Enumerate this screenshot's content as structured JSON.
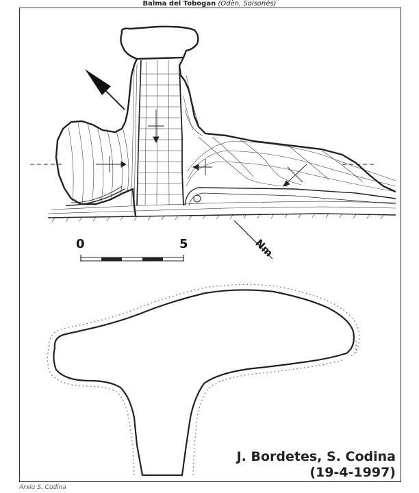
{
  "header": {
    "title": "Balma del Tobogan",
    "location": "(Odèn, Solsonès)"
  },
  "scale": {
    "start_label": "0",
    "end_label": "5"
  },
  "north_label": "Nm",
  "credits": {
    "authors": "J. Bordetes, S. Codina",
    "date": "(19-4-1997)"
  },
  "footer": "Arxiu S. Codina"
}
